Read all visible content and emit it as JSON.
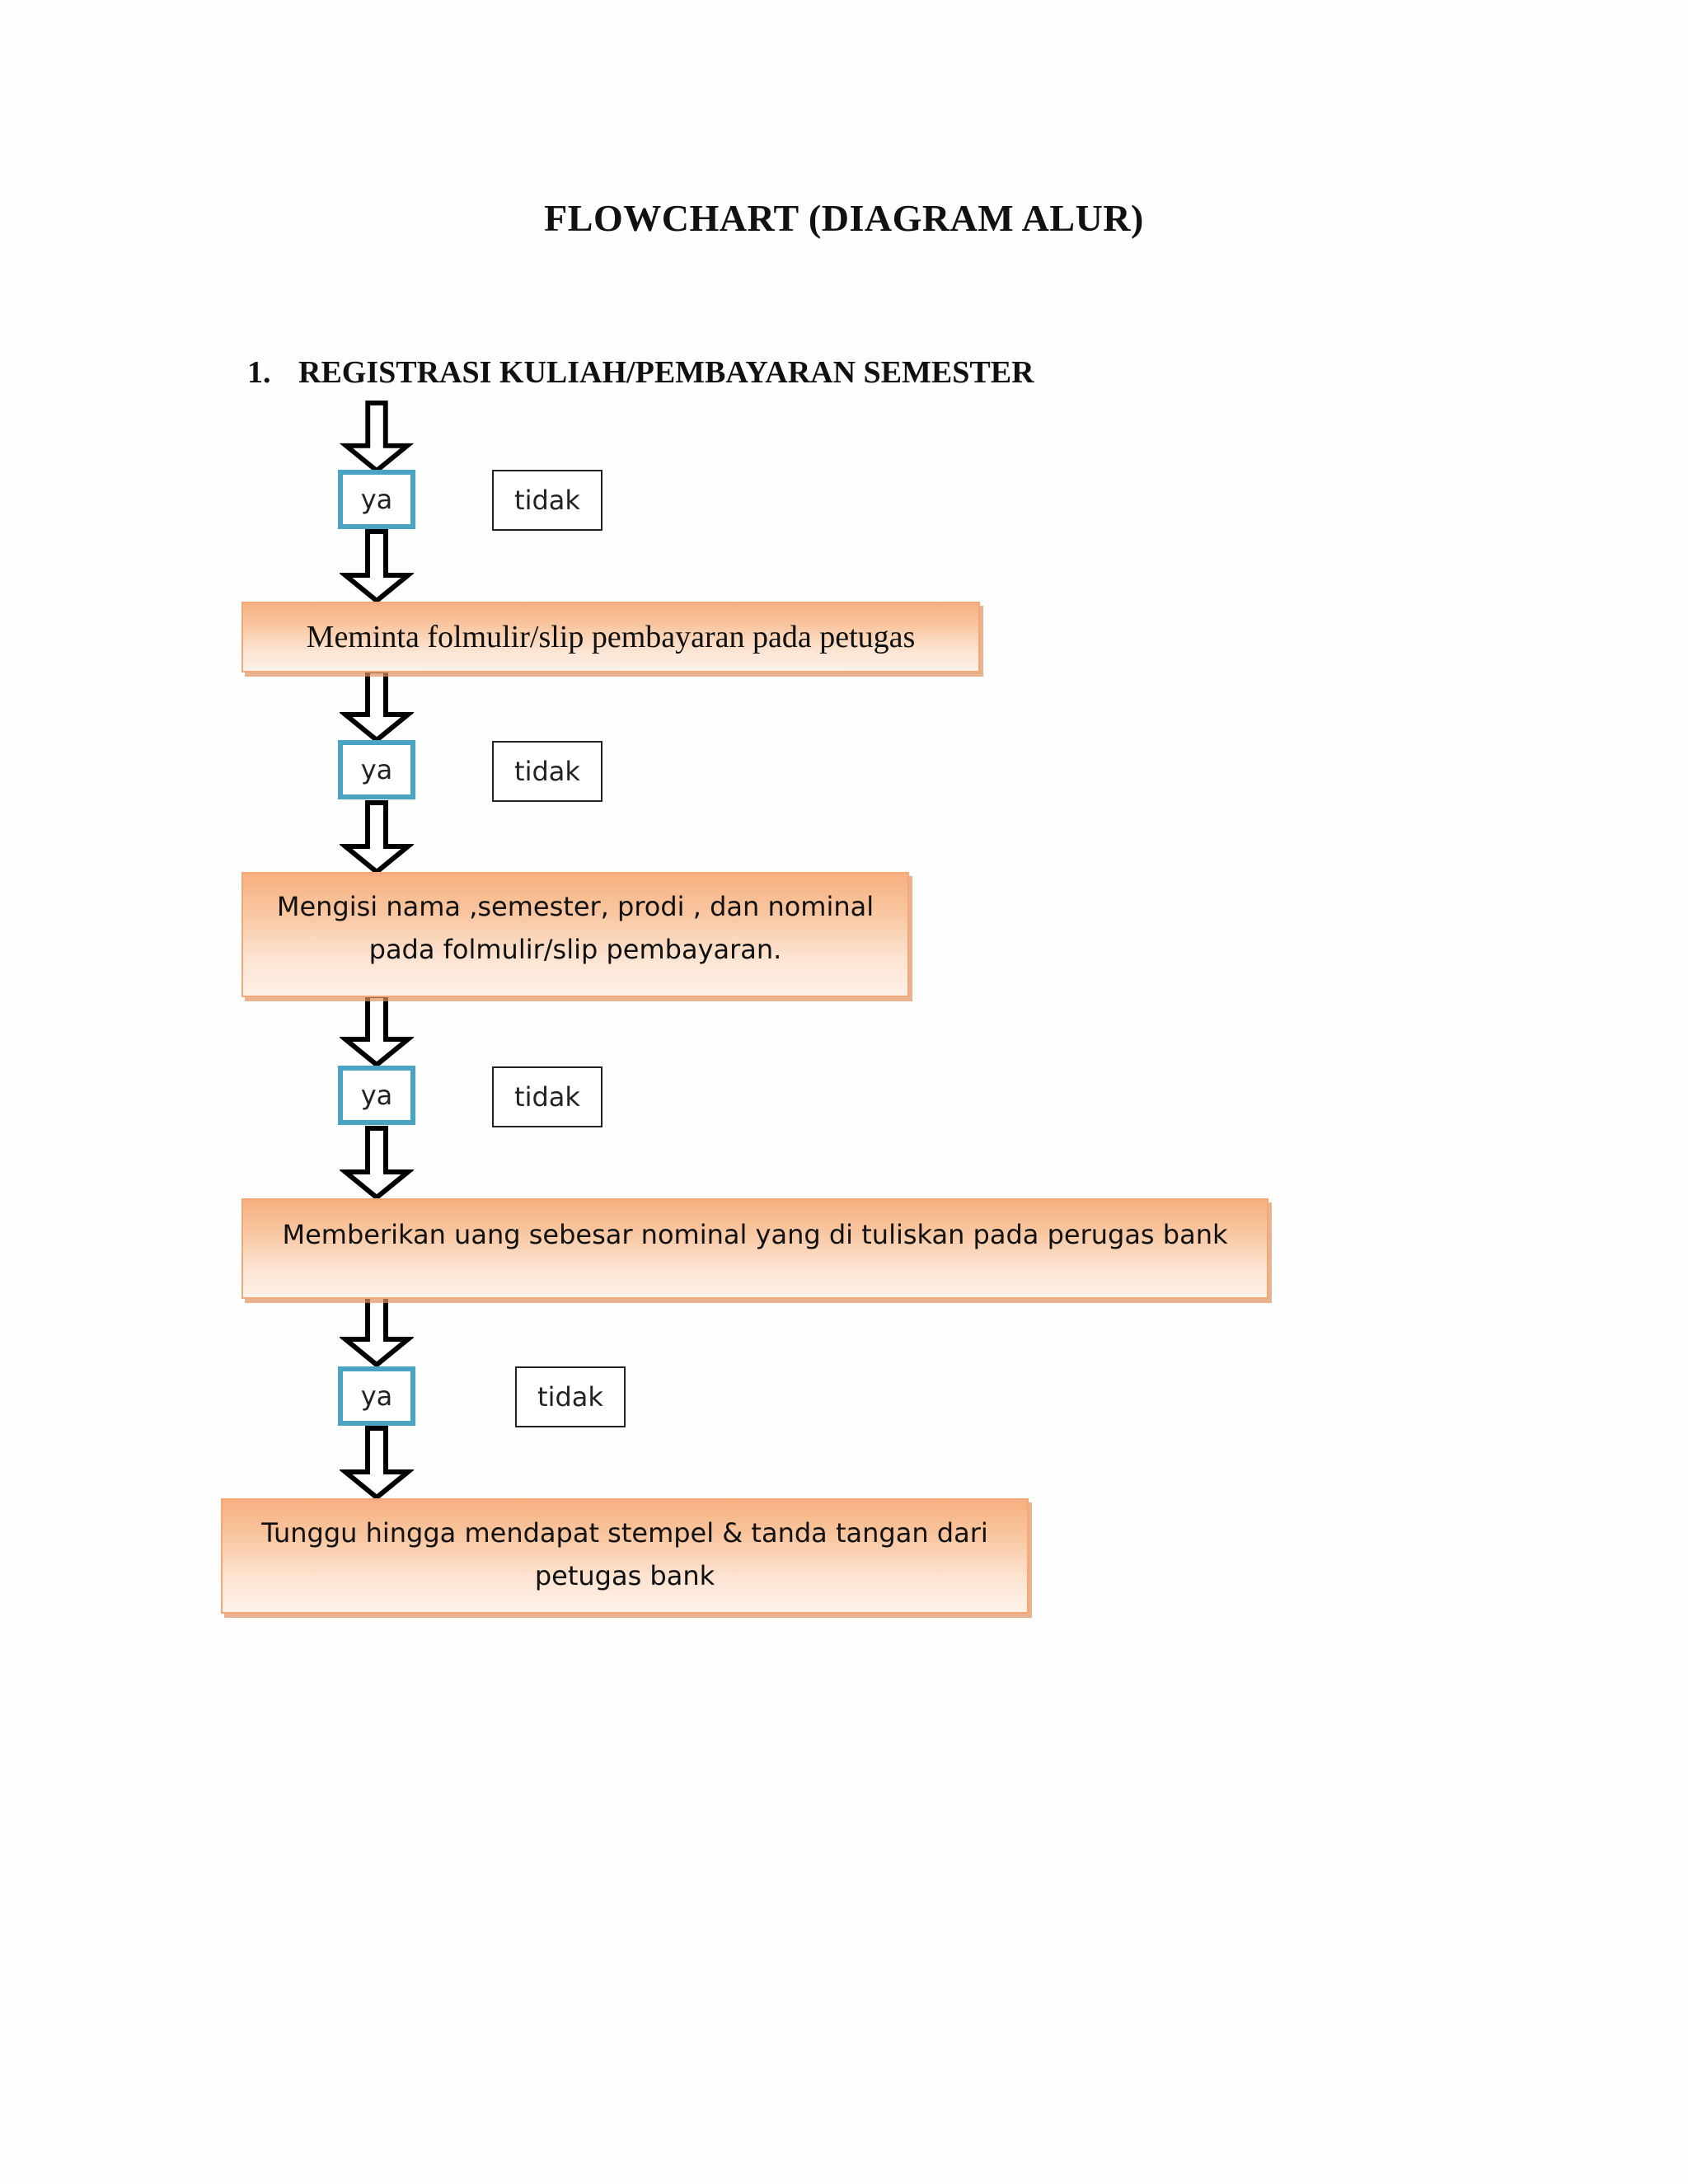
{
  "title": "FLOWCHART (DIAGRAM ALUR)",
  "section": {
    "number": "1.",
    "heading": "REGISTRASI KULIAH/PEMBAYARAN SEMESTER"
  },
  "decisions": [
    {
      "yes": "ya",
      "no": "tidak"
    },
    {
      "yes": "ya",
      "no": "tidak"
    },
    {
      "yes": "ya",
      "no": "tidak"
    },
    {
      "yes": "ya",
      "no": "tidak"
    }
  ],
  "steps": [
    {
      "lines": [
        "Meminta folmulir/slip pembayaran pada petugas"
      ]
    },
    {
      "lines": [
        "Mengisi nama ,semester, prodi , dan nominal",
        "pada folmulir/slip pembayaran."
      ]
    },
    {
      "lines": [
        "Memberikan uang sebesar nominal yang di tuliskan pada perugas bank"
      ]
    },
    {
      "lines": [
        "Tunggu hingga mendapat stempel & tanda tangan dari",
        "petugas bank"
      ]
    }
  ],
  "colors": {
    "decision_border": "#4aa3c1",
    "step_fill_top": "#f6b07f",
    "step_fill_bottom": "#fdf1e8"
  }
}
